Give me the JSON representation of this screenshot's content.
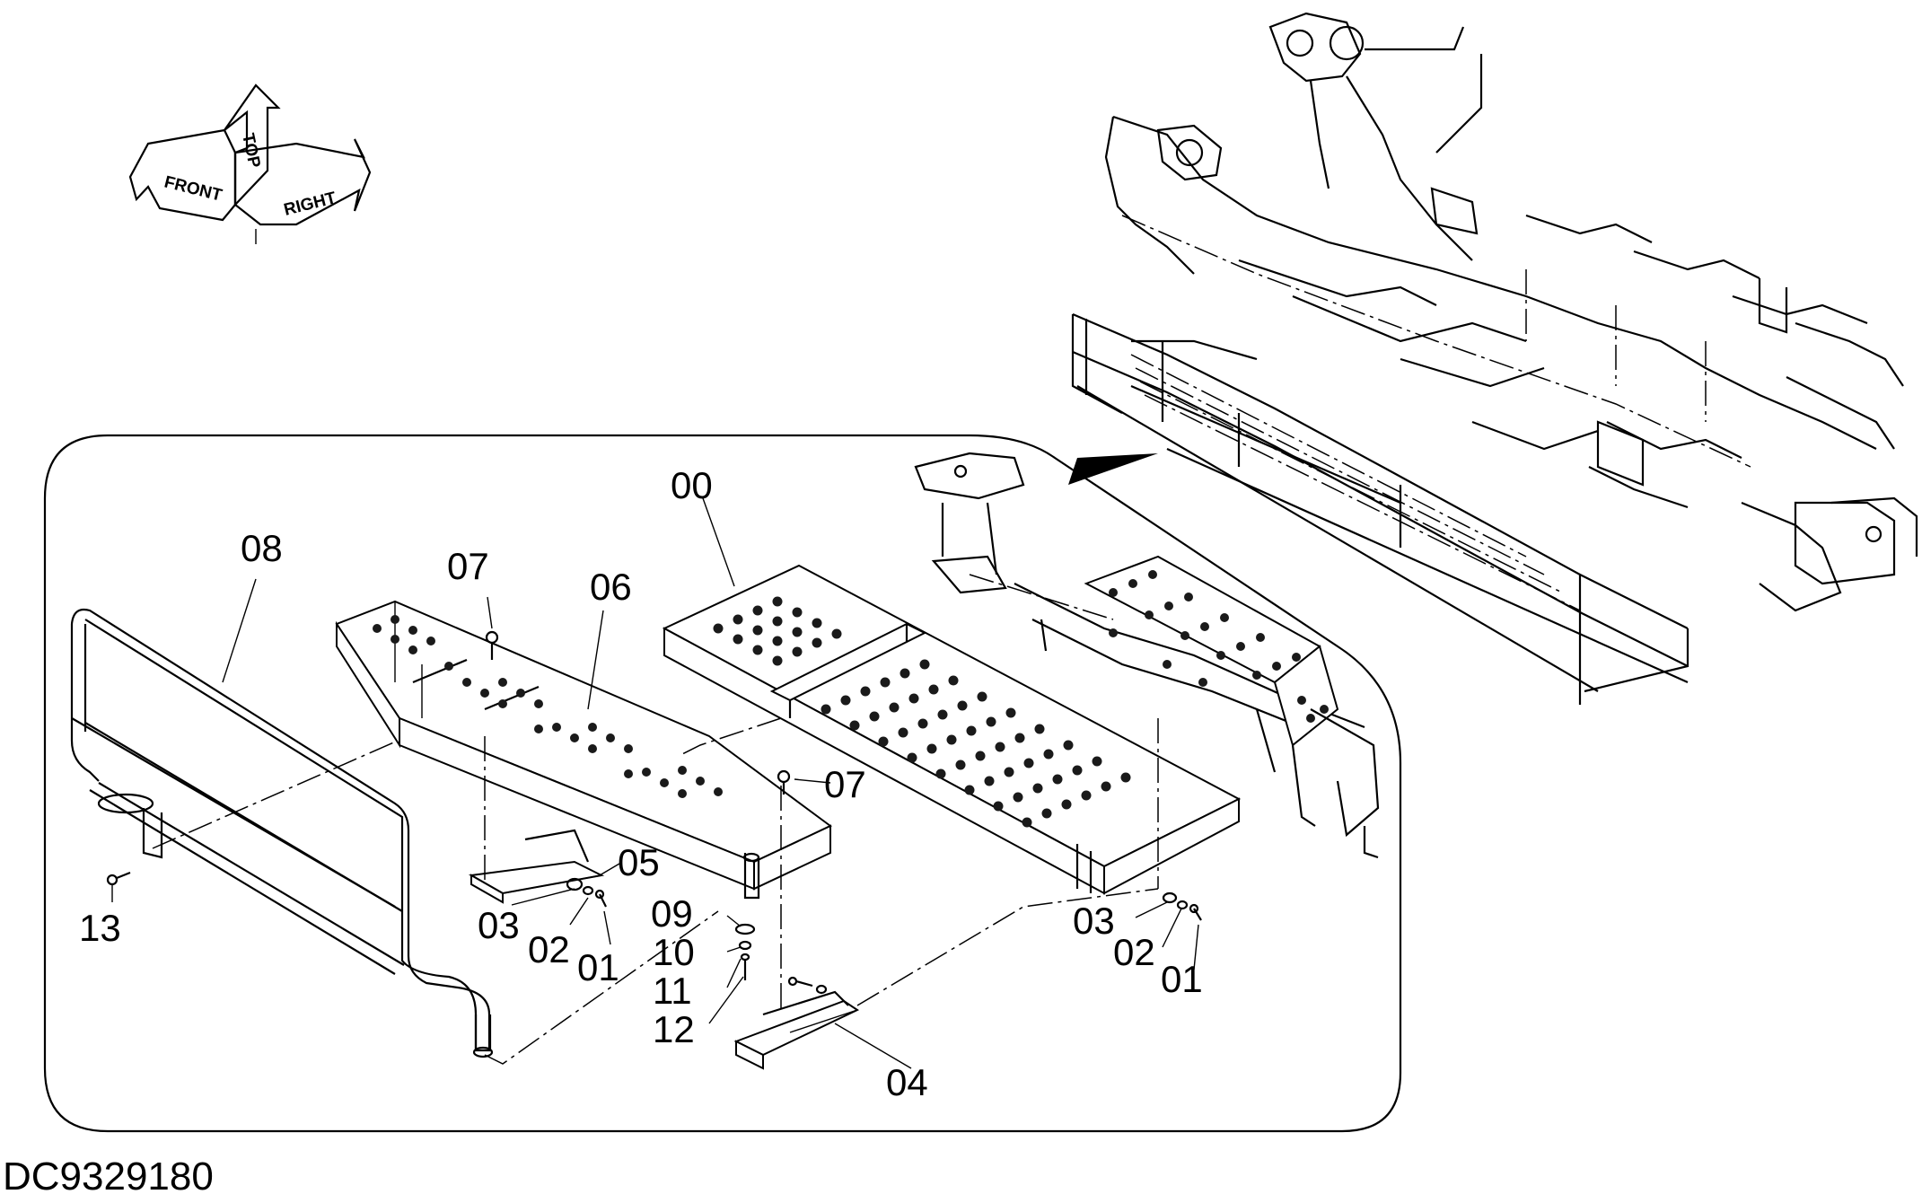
{
  "drawing": {
    "doc_id": "DC9329180",
    "orientation": {
      "front": "FRONT",
      "top": "TOP",
      "right": "RIGHT"
    },
    "callouts": {
      "c00": "00",
      "c01a": "01",
      "c01b": "01",
      "c02a": "02",
      "c02b": "02",
      "c03a": "03",
      "c03b": "03",
      "c04": "04",
      "c05": "05",
      "c06": "06",
      "c07a": "07",
      "c07b": "07",
      "c08": "08",
      "c09": "09",
      "c10": "10",
      "c11": "11",
      "c12": "12",
      "c13": "13"
    }
  }
}
